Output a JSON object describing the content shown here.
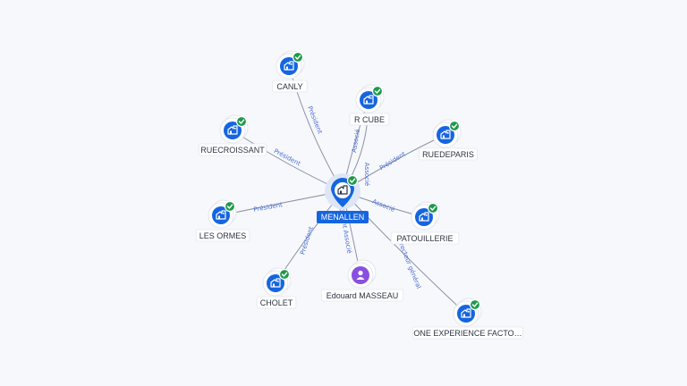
{
  "center": {
    "label": "MENALLEN",
    "icon": "company-icon",
    "verified": true
  },
  "nodes": [
    {
      "id": "canly",
      "label": "CANLY",
      "type": "company",
      "verified": true
    },
    {
      "id": "rcube",
      "label": "R CUBE",
      "type": "company",
      "verified": true
    },
    {
      "id": "ruecroissant",
      "label": "RUECROISSANT",
      "type": "company",
      "verified": true
    },
    {
      "id": "rueparis",
      "label": "RUEDEPARIS",
      "type": "company",
      "verified": true
    },
    {
      "id": "lesormes",
      "label": "LES ORMES",
      "type": "company",
      "verified": true
    },
    {
      "id": "patouillerie",
      "label": "PATOUILLERIE",
      "type": "company",
      "verified": true
    },
    {
      "id": "cholet",
      "label": "CHOLET",
      "type": "company",
      "verified": true
    },
    {
      "id": "masseau",
      "label": "Edouard MASSEAU",
      "type": "person",
      "verified": false
    },
    {
      "id": "oneexp",
      "label": "ONE EXPERIENCE FACTO…",
      "type": "company",
      "verified": true
    }
  ],
  "edges": [
    {
      "to": "canly",
      "label": "Président"
    },
    {
      "to": "rcube",
      "label": "Associé"
    },
    {
      "to": "ruecroissant",
      "label": "Président"
    },
    {
      "to": "rueparis",
      "label": "Président"
    },
    {
      "to": "lesormes",
      "label": "Président"
    },
    {
      "to": "patouillerie",
      "label": "Associé"
    },
    {
      "to": "cholet",
      "label": "Président"
    },
    {
      "to": "masseau",
      "label": "Gérant Associé"
    },
    {
      "to": "oneexp",
      "label": "Directeur général"
    },
    {
      "to": "rcube",
      "label": "Associé"
    }
  ],
  "colors": {
    "company": "#1565e0",
    "person": "#8a4fe0",
    "verified": "#1e9a4a",
    "edge_label": "#4a6fd8"
  }
}
